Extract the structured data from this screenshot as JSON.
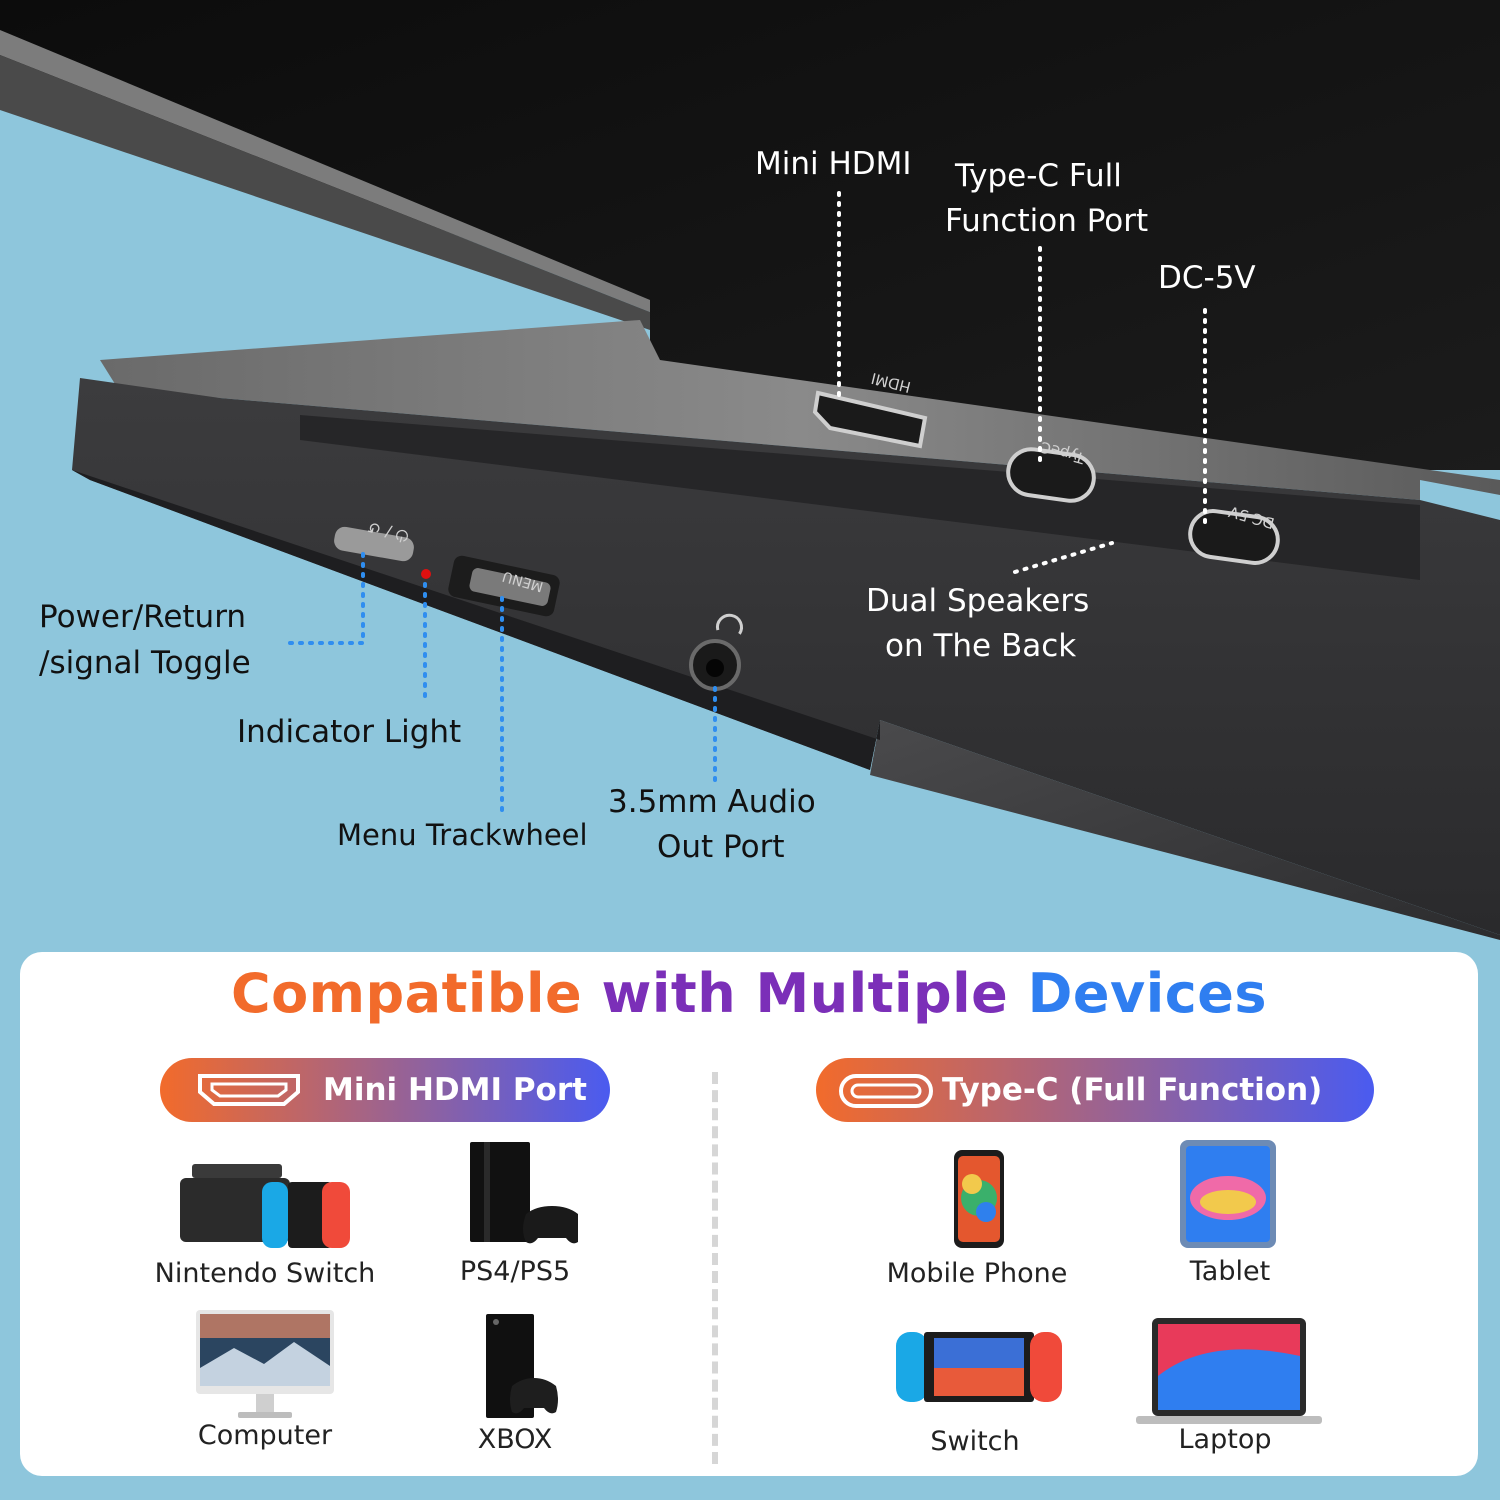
{
  "callouts": {
    "mini_hdmi": "Mini HDMI",
    "typec_line1": "Type-C Full",
    "typec_line2": "Function Port",
    "dc": "DC-5V",
    "speakers_line1": "Dual Speakers",
    "speakers_line2": "on The Back",
    "power_line1": "Power/Return",
    "power_line2": "/signal Toggle",
    "indicator": "Indicator Light",
    "menu": "Menu Trackwheel",
    "audio_line1": "3.5mm Audio",
    "audio_line2": "Out Port"
  },
  "device_markings": {
    "hdmi": "HDMI",
    "typec": "TypeC",
    "dc": "DC 5V",
    "menu": "MENU"
  },
  "compat": {
    "headline_part1": "Compatible ",
    "headline_part2": "with Multiple ",
    "headline_part3": "Devices",
    "hdmi_pill": "Mini HDMI Port",
    "typec_pill": "Type-C (Full Function)",
    "hdmi_devices": [
      "Nintendo Switch",
      "PS4/PS5",
      "Computer",
      "XBOX"
    ],
    "typec_devices": [
      "Mobile Phone",
      "Tablet",
      "Switch",
      "Laptop"
    ]
  },
  "colors": {
    "headline_orange": "#f26b2b",
    "headline_purple": "#7b2fb8",
    "headline_blue": "#2f7ef0",
    "pill_start": "#f26b2b",
    "pill_end": "#4a5bf0",
    "dots_light": "#ffffff",
    "dots_blue": "#2f8ef0",
    "indicator_red": "#e01010"
  },
  "icons": {
    "hdmi_port": "hdmi-port-icon",
    "typec_port": "typec-port-icon",
    "headphone": "headphone-icon",
    "power": "power-icon"
  }
}
